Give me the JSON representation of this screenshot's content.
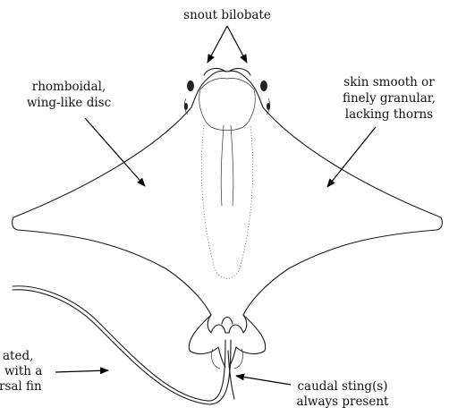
{
  "labels": {
    "snout": "snout bilobate",
    "disc_line1": "rhomboidal,",
    "disc_line2": "wing-like disc",
    "skin_line1": "skin smooth or",
    "skin_line2": "finely granular,",
    "skin_line3": "lacking thorns",
    "tail_line1": "ated,",
    "tail_line2": "with a",
    "tail_line3": "rsal fin",
    "sting_line1": "caudal sting(s)",
    "sting_line2": "always present"
  }
}
